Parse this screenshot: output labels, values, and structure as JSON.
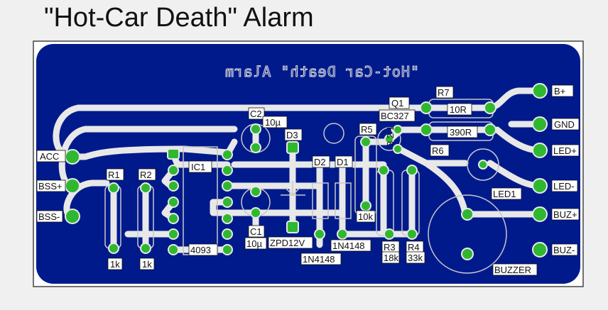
{
  "title": "\"Hot-Car Death\" Alarm",
  "mirrored_silk_text": "\"Hot-Car Death\" Alarm",
  "colors": {
    "board": "#001a8c",
    "trace": "#e8e8e8",
    "pad": "#2fb82f",
    "page": "#f0f0f0"
  },
  "connectors_left": [
    "ACC",
    "BSS+",
    "BSS-"
  ],
  "connectors_right": [
    "B+",
    "GND",
    "LED+",
    "LED-",
    "BUZ+",
    "BUZ-"
  ],
  "components": {
    "q1": "Q1",
    "q1_part": "BC327",
    "q1_pins": "3 2 1",
    "r7": "R7",
    "r7_val": "10R",
    "r6": "R6",
    "r6_val": "390R",
    "r5": "R5",
    "r1": "R1",
    "r1_val": "1k",
    "r2": "R2",
    "r2_val": "1k",
    "c2": "C2",
    "c2_val": "10µ",
    "c1": "C1",
    "c1_val": "10µ",
    "ic1": "IC1",
    "ic1_part": "4093",
    "d3": "D3",
    "d2": "D2",
    "d1": "D1",
    "zener": "ZPD12V",
    "d1_part": "1N4148",
    "d2_part": "1N4148",
    "r_10k": "10k",
    "r3": "R3",
    "r3_val": "18k",
    "r4": "R4",
    "r4_val": "33k",
    "led1": "LED1",
    "buzzer": "BUZZER"
  }
}
